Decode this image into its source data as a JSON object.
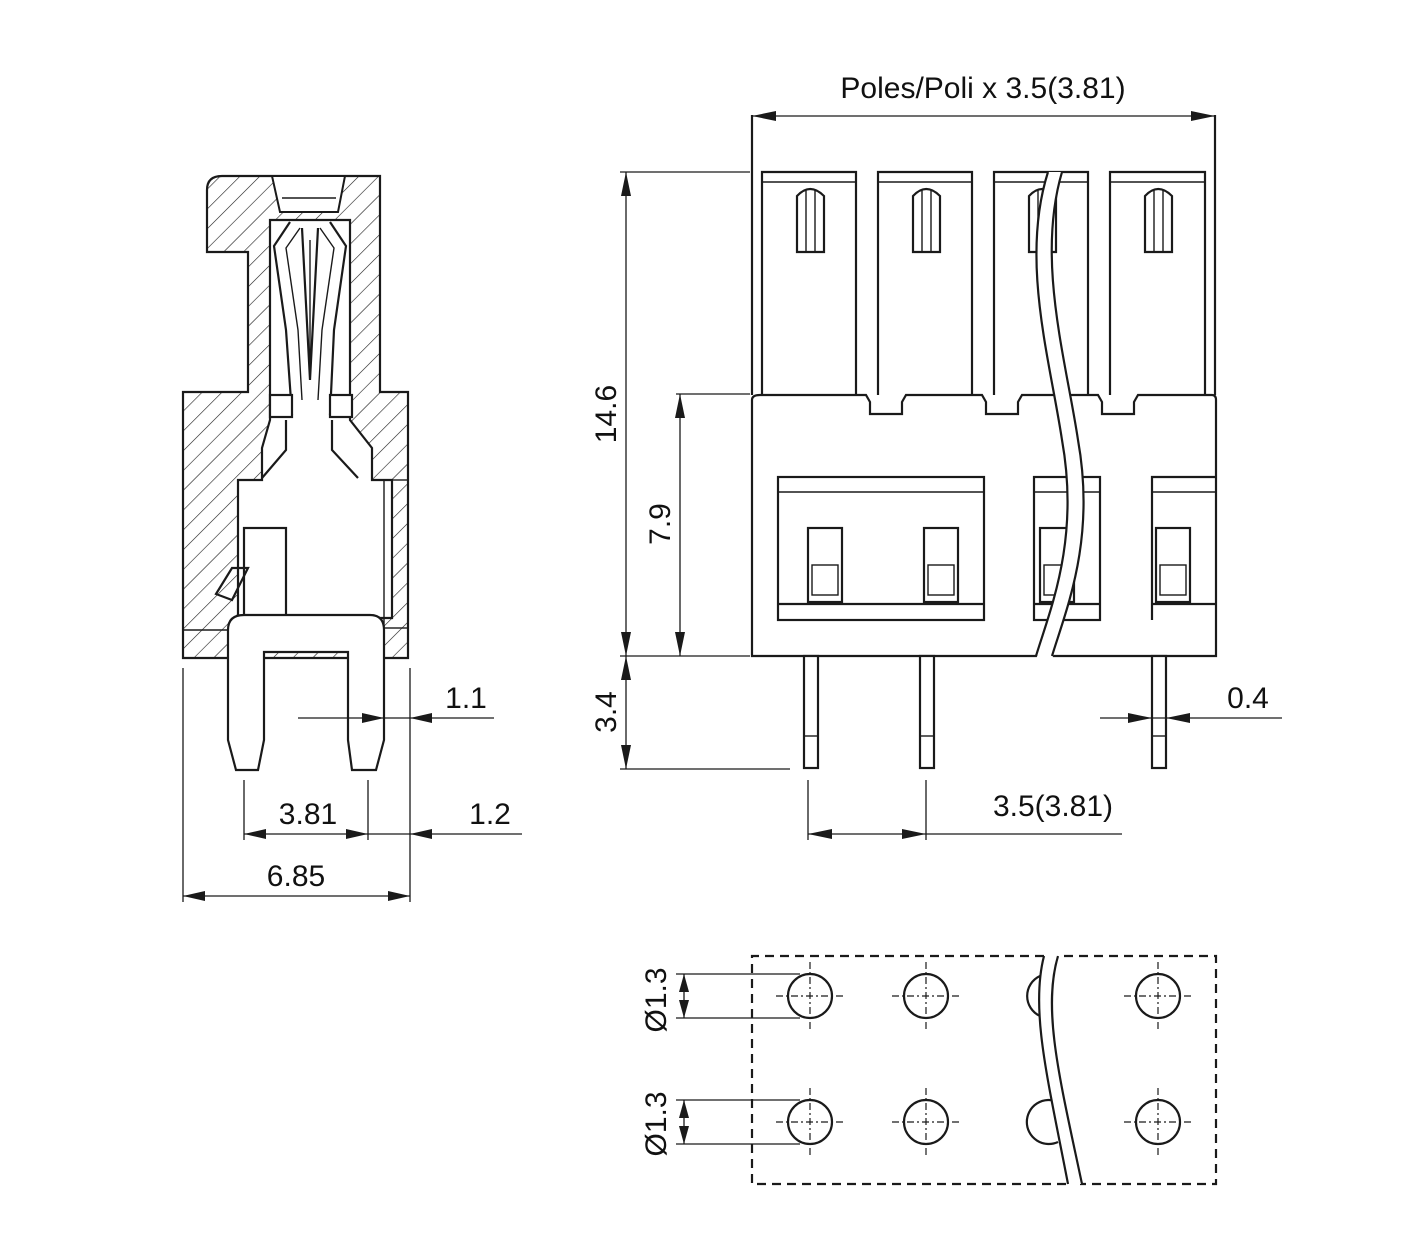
{
  "dimensions": {
    "poles_pitch": "Poles/Poli x 3.5(3.81)",
    "height_total": "14.6",
    "height_body": "7.9",
    "pin_length": "3.4",
    "pin_width": "0.4",
    "pin_pitch": "3.5(3.81)",
    "side_gap": "1.1",
    "side_pitch": "3.81",
    "side_offset": "1.2",
    "side_depth": "6.85",
    "hole_dia_top": "Ø1.3",
    "hole_dia_bottom": "Ø1.3"
  }
}
